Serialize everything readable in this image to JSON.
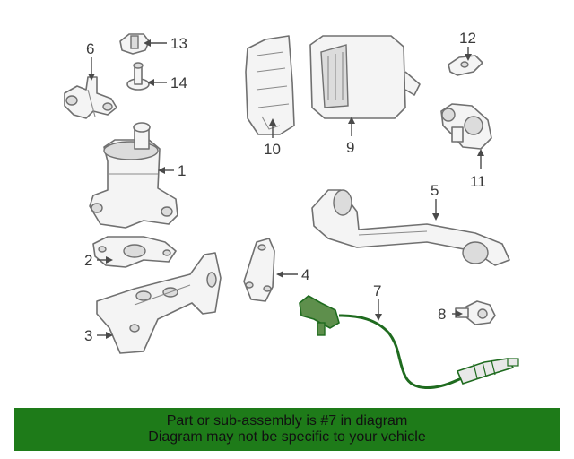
{
  "diagram": {
    "callouts": [
      "1",
      "2",
      "3",
      "4",
      "5",
      "6",
      "7",
      "8",
      "9",
      "10",
      "11",
      "12",
      "13",
      "14"
    ],
    "highlight_part": "7",
    "colors": {
      "highlight": "#1f6b1f",
      "banner": "#1e7b19",
      "line": "#707070"
    }
  },
  "banner": {
    "line1": "Part or sub-assembly is #7 in diagram",
    "line2": "Diagram may not be specific to your vehicle"
  }
}
